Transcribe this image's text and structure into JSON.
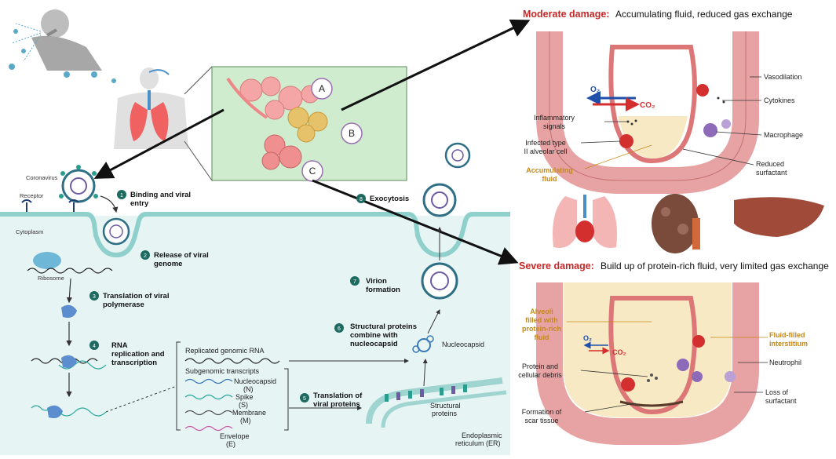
{
  "top_left": {
    "coronavirus_label": "Coronavirus",
    "receptor_label": "Receptor",
    "cytoplasm_label": "Cytoplasm",
    "ribosome_label": "Ribosome"
  },
  "zoom_markers": [
    "A",
    "B",
    "C"
  ],
  "steps": [
    {
      "num": "1",
      "line1": "Binding and viral",
      "line2": "entry"
    },
    {
      "num": "2",
      "line1": "Release of viral",
      "line2": "genome"
    },
    {
      "num": "3",
      "line1": "Translation of viral",
      "line2": "polymerase"
    },
    {
      "num": "4",
      "line1": "RNA",
      "line2": "replication and",
      "line3": "transcription"
    },
    {
      "num": "5",
      "line1": "Translation of",
      "line2": "viral proteins"
    },
    {
      "num": "6",
      "line1": "Structural proteins",
      "line2": "combine with",
      "line3": "nucleocapsid"
    },
    {
      "num": "7",
      "line1": "Virion",
      "line2": "formation"
    },
    {
      "num": "8",
      "line1": "Exocytosis"
    }
  ],
  "rna": {
    "replicated": "Replicated genomic RNA",
    "subgenomic": "Subgenomic transcripts",
    "nucleocapsid": "Nucleocapsid",
    "n": "(N)",
    "spike": "Spike",
    "s": "(S)",
    "membrane": "Membrane",
    "m": "(M)",
    "envelope": "Envelope",
    "e": "(E)"
  },
  "cell_labels": {
    "nucleocapsid": "Nucleocapsid",
    "structural1": "Structural",
    "structural2": "proteins",
    "er1": "Endoplasmic",
    "er2": "reticulum (ER)"
  },
  "moderate": {
    "title_bold": "Moderate damage:",
    "title_rest": "Accumulating fluid, reduced gas exchange",
    "o2": "O₂",
    "co2": "CO₂",
    "vasodilation": "Vasodilation",
    "cytokines": "Cytokines",
    "inflammatory1": "Inflammatory",
    "inflammatory2": "signals",
    "infected1": "Infected type",
    "infected2": "II alveolar cell",
    "macrophage": "Macrophage",
    "accum1": "Accumulating",
    "accum2": "fluid",
    "reduced1": "Reduced",
    "reduced2": "surfactant"
  },
  "severe": {
    "title_bold": "Severe damage:",
    "title_rest": "Build up of protein-rich fluid, very limited gas exchange",
    "alveoli1": "Alveoli",
    "alveoli2": "filled with",
    "alveoli3": "protein-rich",
    "alveoli4": "fluid",
    "o2": "O₂",
    "co2": "CO₂",
    "interstitium1": "Fluid-filled",
    "interstitium2": "interstitium",
    "protein1": "Protein and",
    "protein2": "cellular debris",
    "neutrophil": "Neutrophil",
    "loss1": "Loss of",
    "loss2": "surfactant",
    "scar1": "Formation of",
    "scar2": "scar tissue"
  },
  "colors": {
    "cytoplasm": "#e6f4f4",
    "membrane": "#8fd0cc",
    "alveolus_tissue": "#eaa6a6",
    "fluid": "#f7e9c4",
    "zoom_panel": "#cfeccf",
    "red_header": "#c62828",
    "gold_label": "#c5881a",
    "step_badge": "#1d6b60"
  }
}
